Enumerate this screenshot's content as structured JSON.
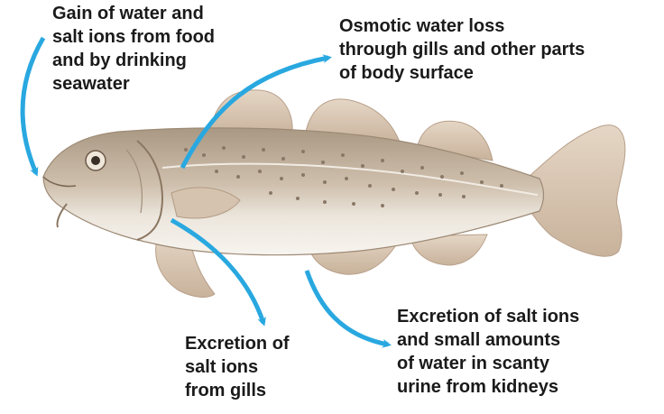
{
  "labels": {
    "gain": [
      "Gain of water and",
      "salt ions from food",
      "and by drinking",
      "seawater"
    ],
    "osmotic": [
      "Osmotic water loss",
      "through gills and other parts",
      "of body surface"
    ],
    "gills": [
      "Excretion of",
      "salt ions",
      "from gills"
    ],
    "kidneys": [
      "Excretion of salt ions",
      "and small amounts",
      "of water in scanty",
      "urine from kidneys"
    ]
  },
  "colors": {
    "arrow": "#29a8e0",
    "fish_body": "#c9b8a4",
    "fish_belly": "#f2efea",
    "fin": "#d9c6b3",
    "spots": "#8a7866"
  }
}
